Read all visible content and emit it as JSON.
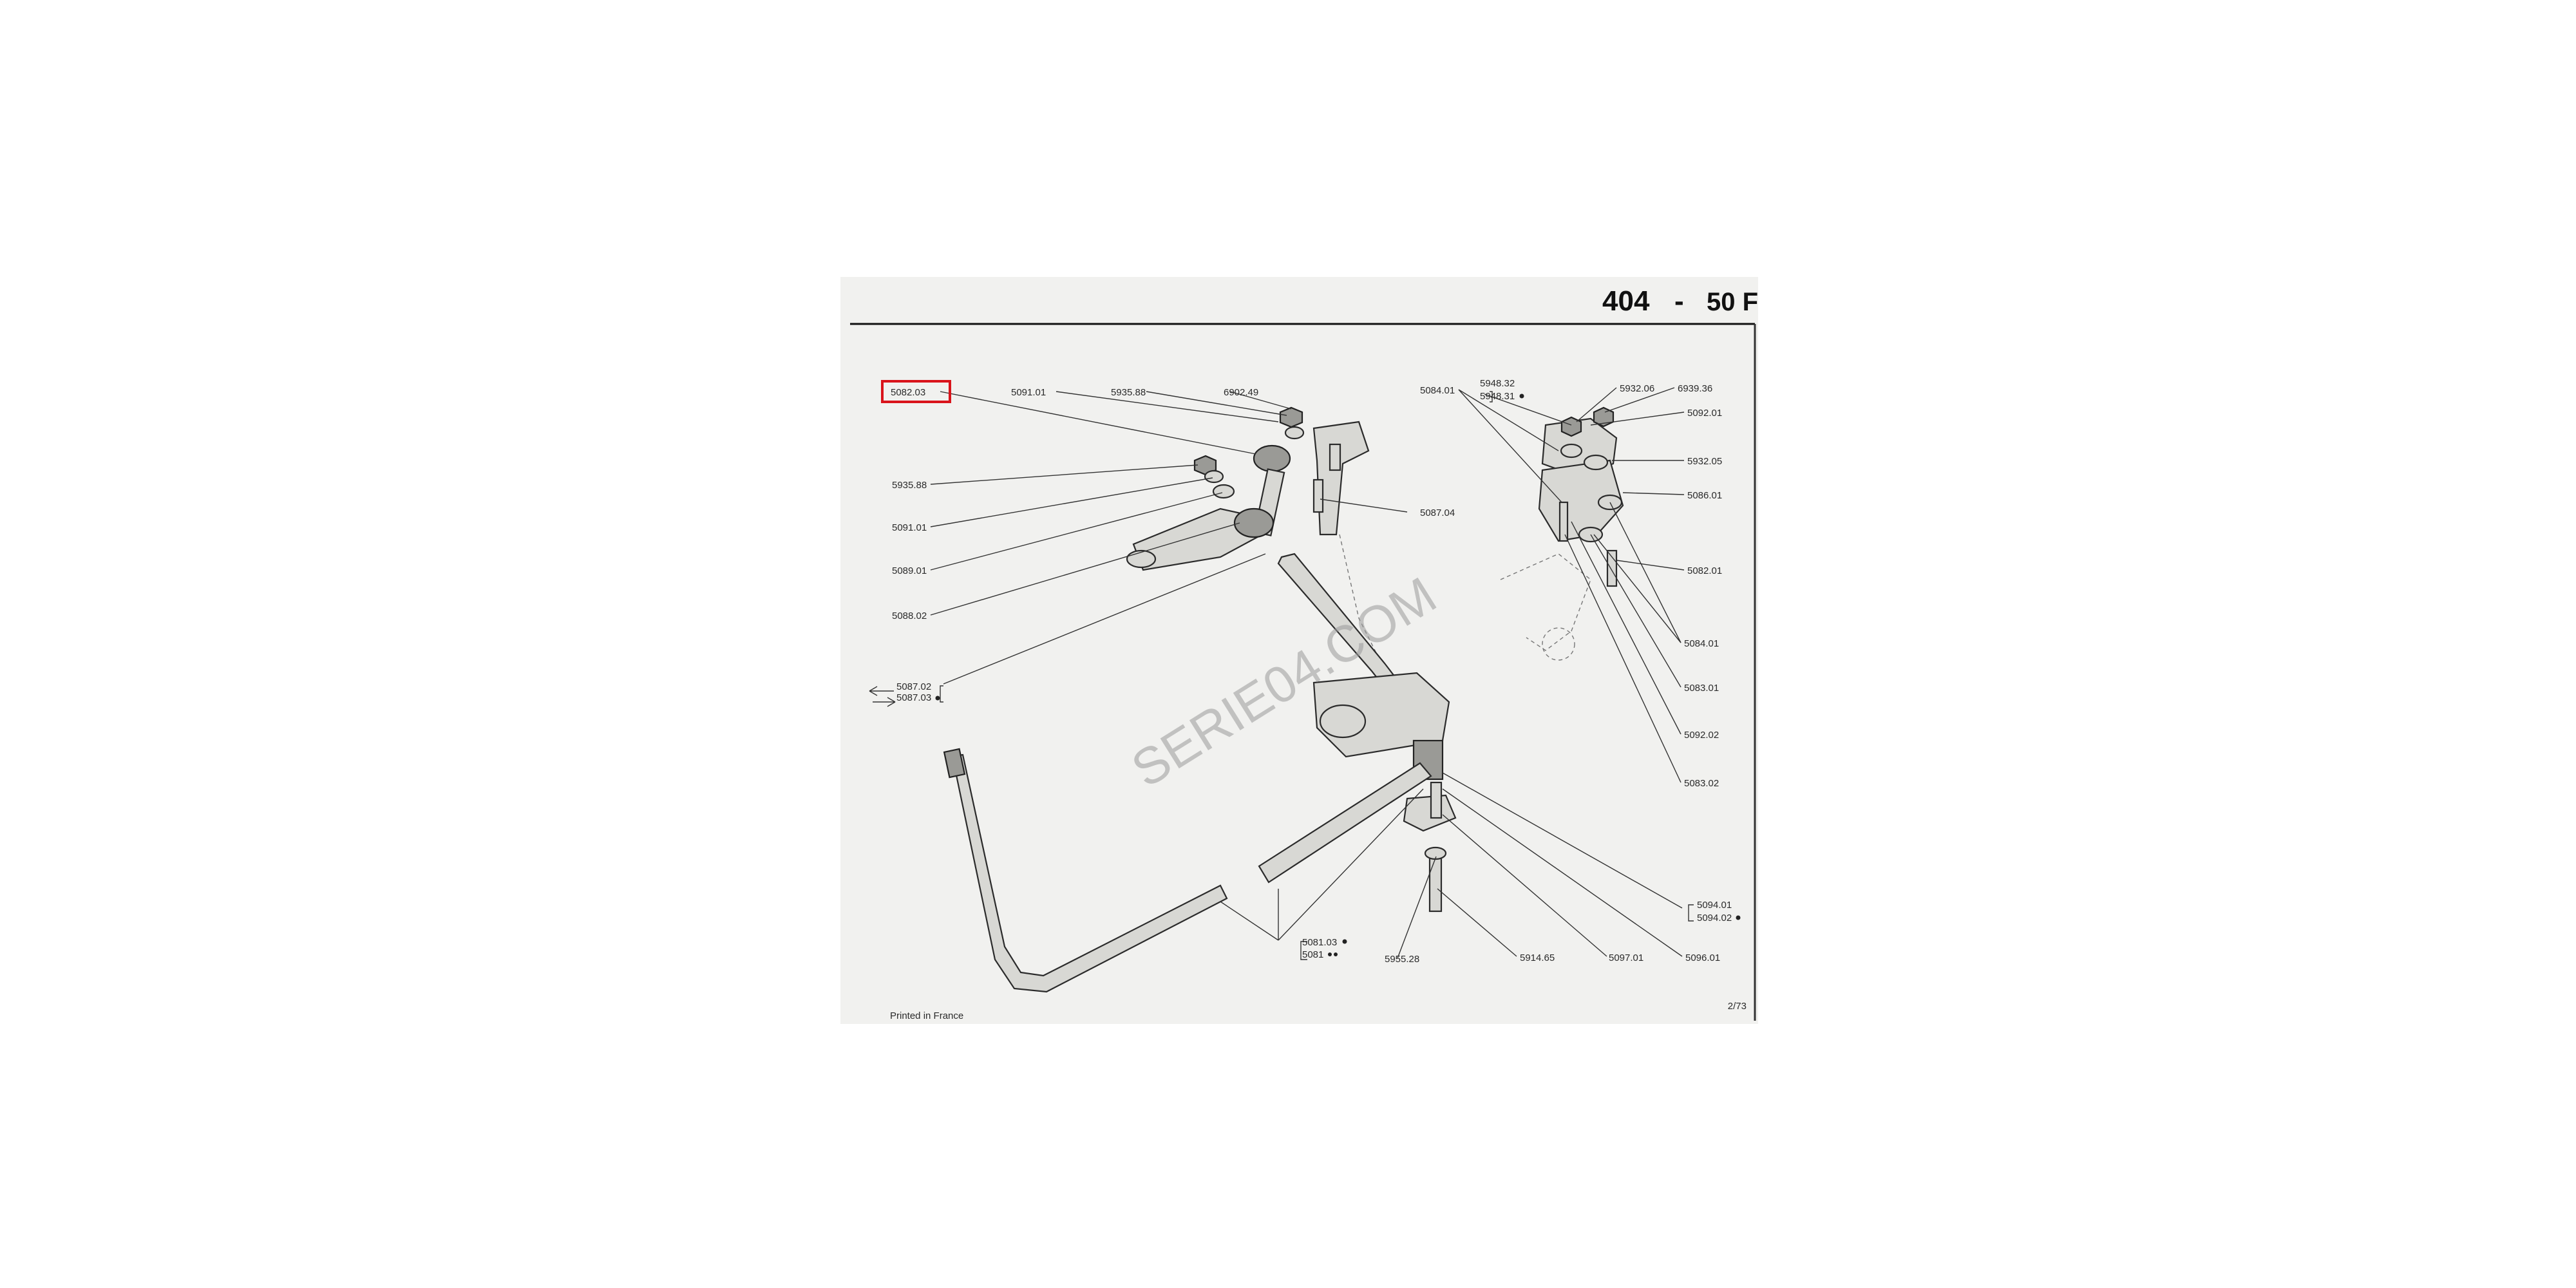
{
  "header": {
    "model": "404",
    "separator": "-",
    "plate": "50 F"
  },
  "highlighted_part": "5082.03",
  "watermark": "SERIE04.COM",
  "footer": {
    "printed": "Printed in France",
    "page": "2/73"
  },
  "labels": {
    "l5082_03": "5082.03",
    "l5091_01_top": "5091.01",
    "l5935_88_top": "5935.88",
    "l6902_49": "6902.49",
    "l5935_88": "5935.88",
    "l5091_01": "5091.01",
    "l5089_01": "5089.01",
    "l5088_02": "5088.02",
    "l5087_02": "5087.02",
    "l5087_03": "5087.03",
    "l5087_04": "5087.04",
    "l5084_01_top": "5084.01",
    "l5948_32": "5948.32",
    "l5948_31": "5948.31",
    "l5932_06": "5932.06",
    "l6939_36": "6939.36",
    "l5092_01": "5092.01",
    "l5932_05": "5932.05",
    "l5086_01": "5086.01",
    "l5082_01": "5082.01",
    "l5084_01": "5084.01",
    "l5083_01": "5083.01",
    "l5092_02": "5092.02",
    "l5083_02": "5083.02",
    "l5094_01": "5094.01",
    "l5094_02": "5094.02",
    "l5096_01": "5096.01",
    "l5097_01": "5097.01",
    "l5914_65": "5914.65",
    "l5955_28": "5955.28",
    "l5081_03": "5081.03",
    "l5081": "5081"
  },
  "colors": {
    "highlight": "#d9141b",
    "ink": "#2a2a2a",
    "paper": "#f1f1ef"
  }
}
